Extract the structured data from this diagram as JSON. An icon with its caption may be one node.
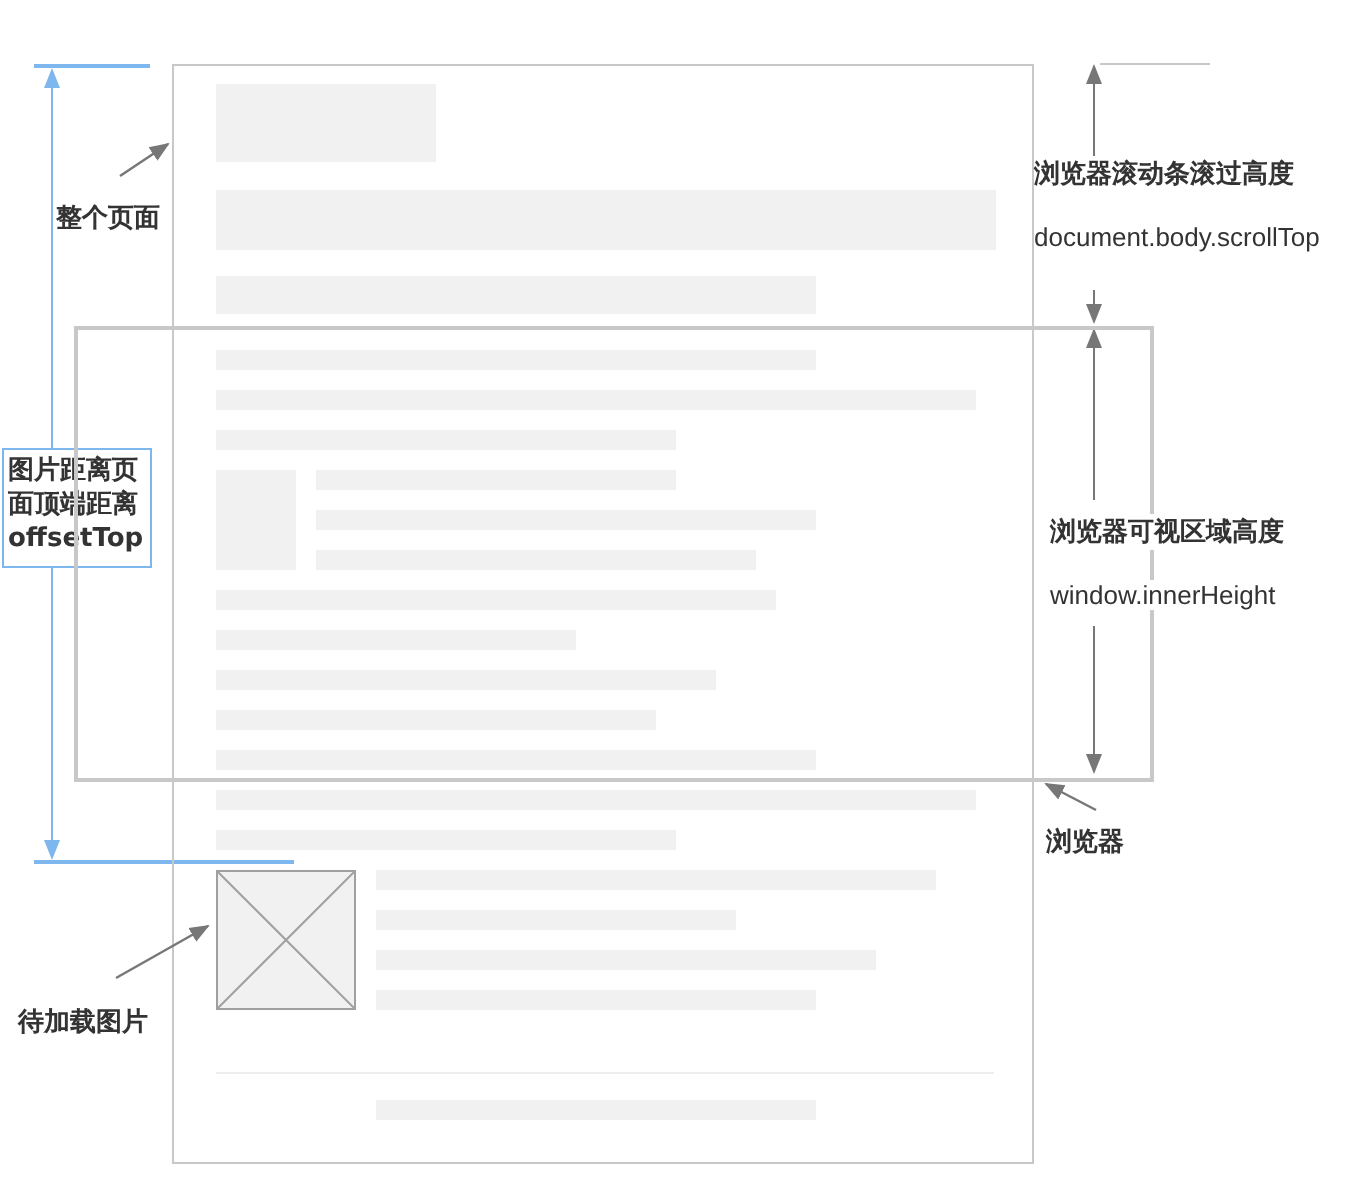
{
  "diagram": {
    "nodes": [
      {
        "text": [],
        "shape": "box"
      },
      {
        "text": [
          "整个页面"
        ]
      },
      {
        "text": [
          "图片距离页面顶端距离",
          "offsetTop"
        ]
      },
      {
        "text": [],
        "shape": "box"
      },
      {
        "text": [
          "浏览器"
        ]
      },
      {
        "text": [],
        "shape": "box",
        "in": 0
      },
      {
        "text": [
          "待加载图片"
        ]
      }
    ],
    "edges": [
      {
        "from": 1,
        "to": 0,
        "arrow": "to"
      },
      {
        "from": 4,
        "to": 3,
        "arrow": "to"
      },
      {
        "from": 6,
        "to": 5,
        "arrow": "to"
      }
    ],
    "labels": [
      "浏览器滚动条滚过高度",
      "document.body.scrollTop",
      "浏览器可视区域高度",
      "window.innerHeight"
    ]
  }
}
